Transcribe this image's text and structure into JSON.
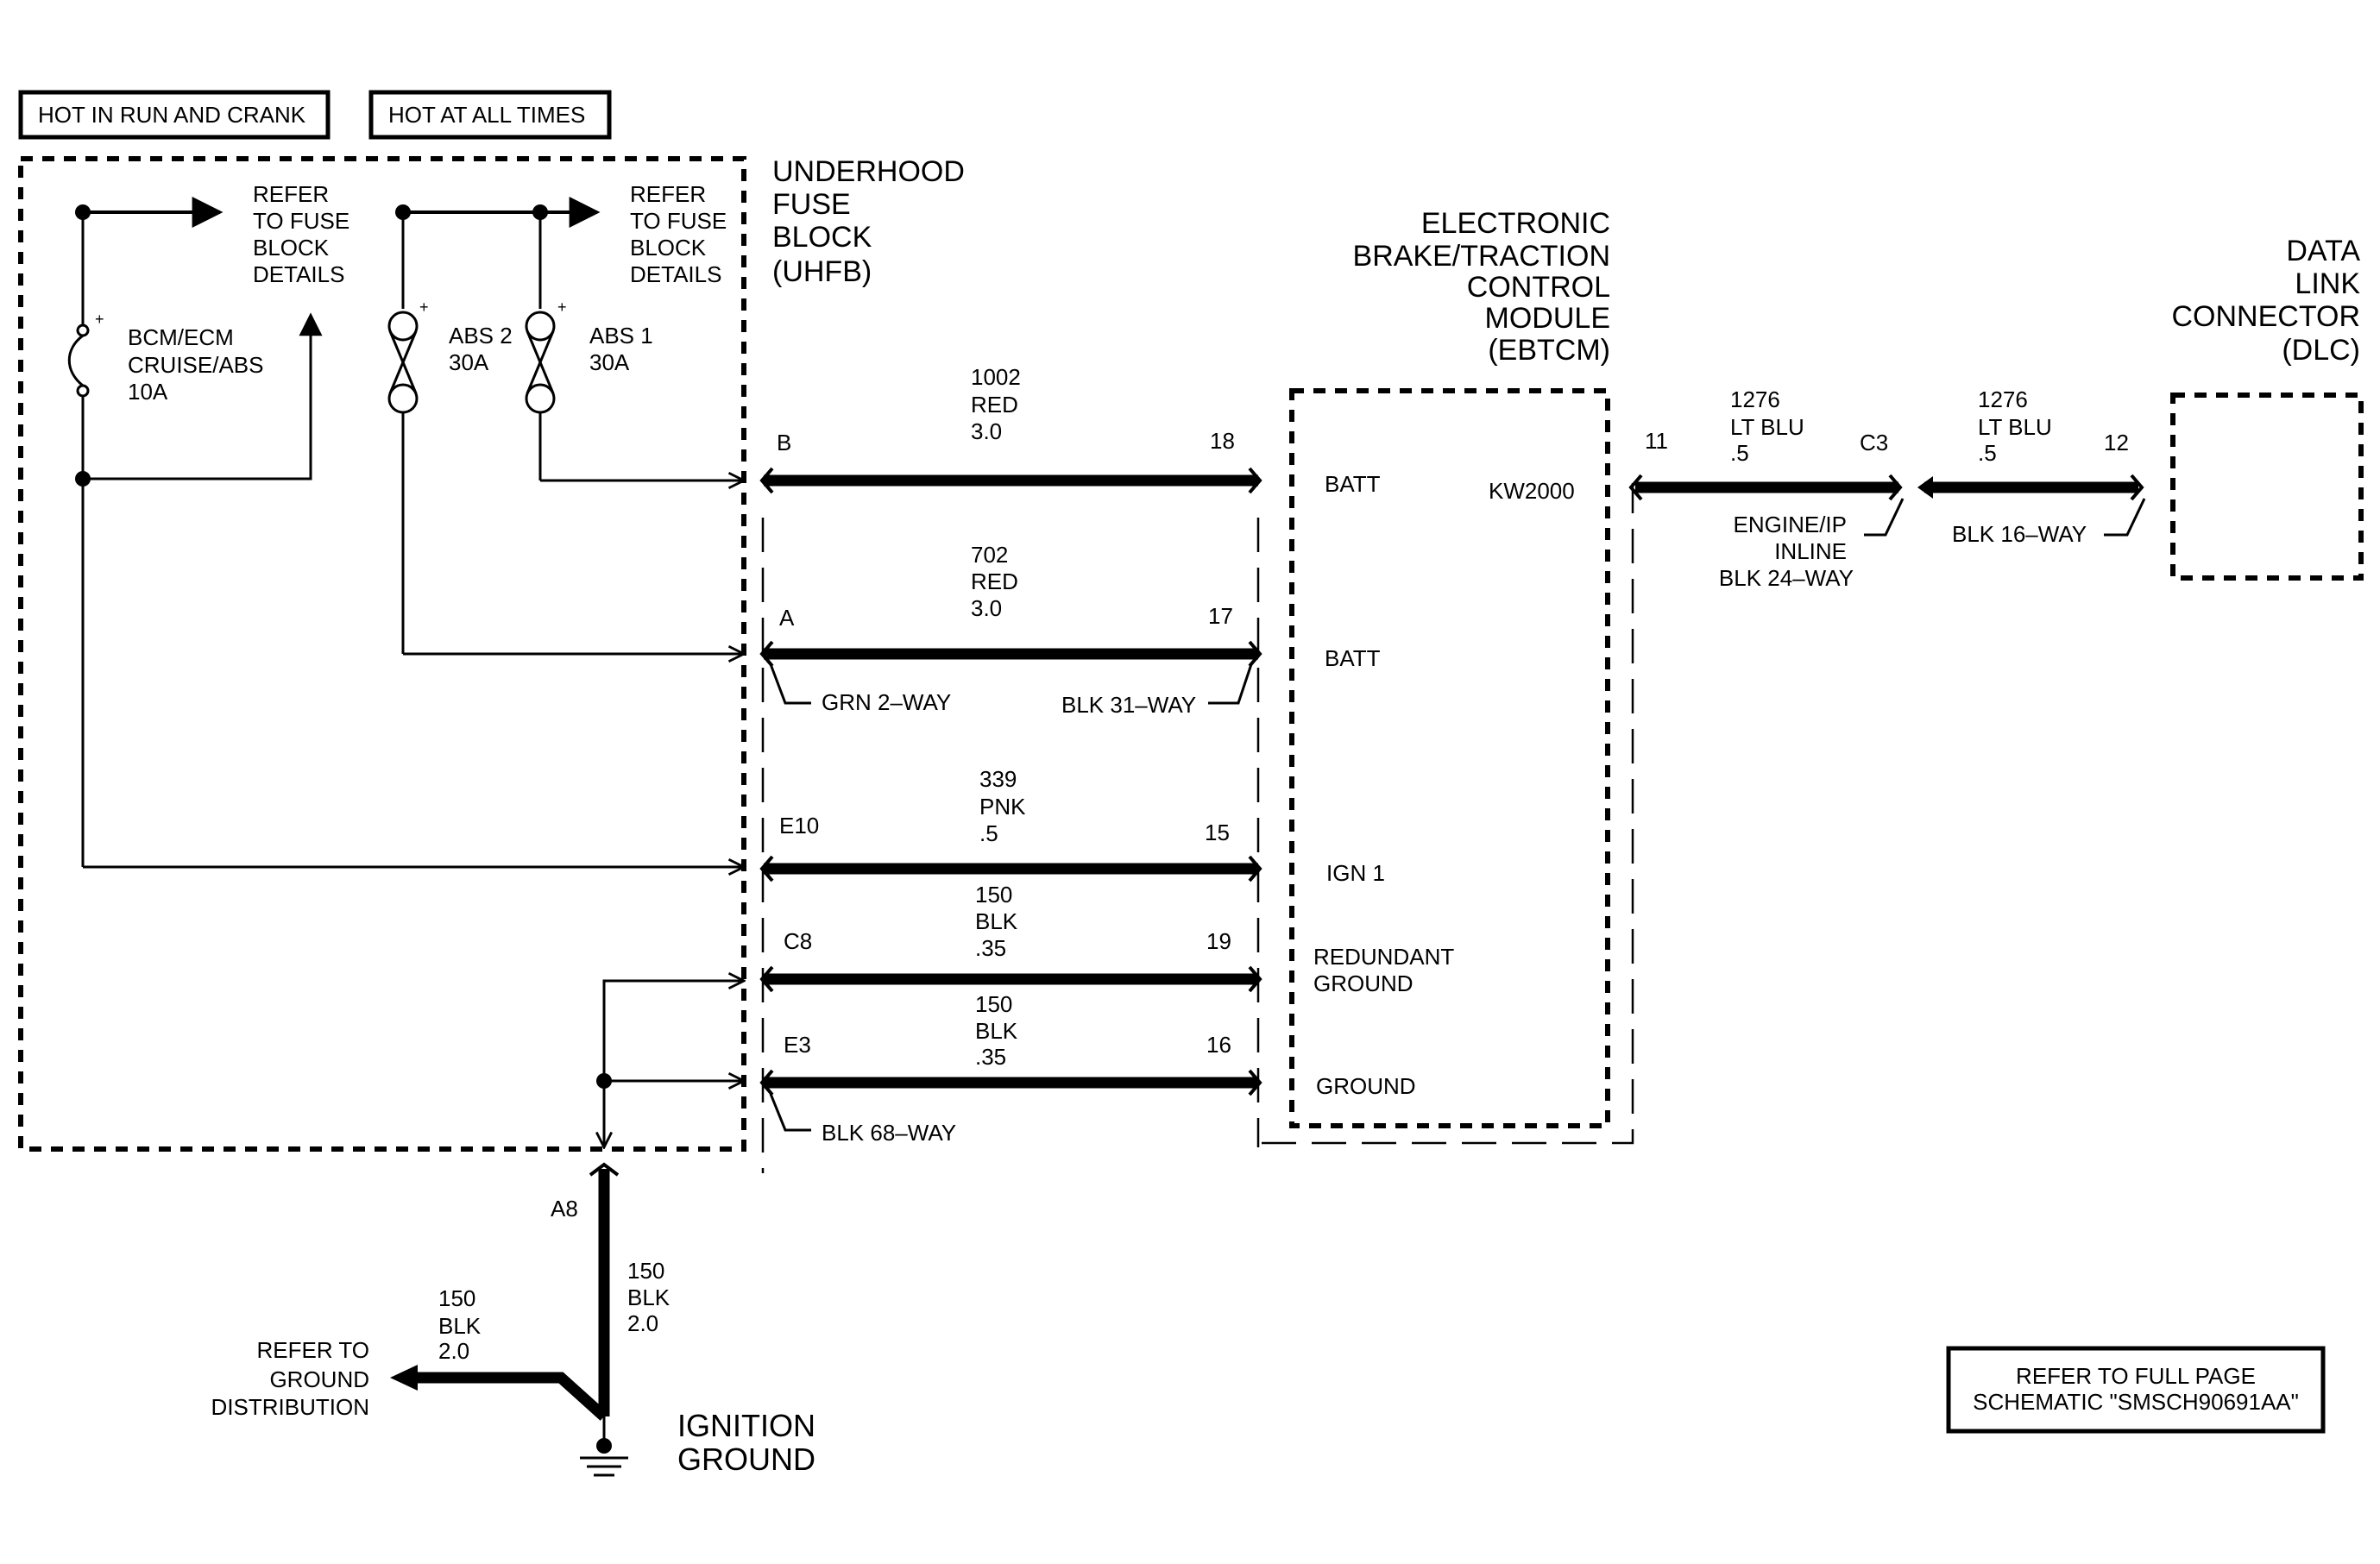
{
  "power_labels": {
    "hot_run_crank": "HOT IN RUN AND CRANK",
    "hot_all_times": "HOT AT ALL TIMES"
  },
  "uhfb": {
    "title": [
      "UNDERHOOD",
      "FUSE",
      "BLOCK",
      "(UHFB)"
    ],
    "refer_left": [
      "REFER",
      "TO FUSE",
      "BLOCK",
      "DETAILS"
    ],
    "refer_right": [
      "REFER",
      "TO FUSE",
      "BLOCK",
      "DETAILS"
    ]
  },
  "fuses": [
    {
      "name": [
        "BCM/ECM",
        "CRUISE/ABS",
        "10A"
      ]
    },
    {
      "name": [
        "ABS 2",
        "30A"
      ]
    },
    {
      "name": [
        "ABS 1",
        "30A"
      ]
    }
  ],
  "ebtcm": {
    "title": [
      "ELECTRONIC",
      "BRAKE/TRACTION",
      "CONTROL",
      "MODULE",
      "(EBTCM)"
    ],
    "kw": "KW2000",
    "pins": [
      "BATT",
      "BATT",
      "IGN 1",
      "REDUNDANT",
      "GROUND",
      "GROUND"
    ]
  },
  "dlc": {
    "title": [
      "DATA",
      "LINK",
      "CONNECTOR",
      "(DLC)"
    ]
  },
  "wires": [
    {
      "circuit": "1002",
      "color": "RED",
      "size": "3.0",
      "from_pin": "B",
      "to_pin": "18"
    },
    {
      "circuit": "702",
      "color": "RED",
      "size": "3.0",
      "from_pin": "A",
      "to_pin": "17"
    },
    {
      "circuit": "339",
      "color": "PNK",
      "size": ".5",
      "from_pin": "E10",
      "to_pin": "15"
    },
    {
      "circuit": "150",
      "color": "BLK",
      "size": ".35",
      "from_pin": "C8",
      "to_pin": "19"
    },
    {
      "circuit": "150",
      "color": "BLK",
      "size": ".35",
      "from_pin": "E3",
      "to_pin": "16"
    }
  ],
  "connectors": {
    "grn2": "GRN 2–WAY",
    "blk31": "BLK 31–WAY",
    "blk68": "BLK 68–WAY",
    "inline": [
      "ENGINE/IP",
      "INLINE",
      "BLK 24–WAY"
    ],
    "blk16": "BLK 16–WAY"
  },
  "data_wires": [
    {
      "circuit": "1276",
      "color": "LT BLU",
      "size": ".5",
      "pin": "11",
      "conn": "C3"
    },
    {
      "circuit": "1276",
      "color": "LT BLU",
      "size": ".5",
      "pin": "12"
    }
  ],
  "ground": {
    "pin": "A8",
    "wire_down": [
      "150",
      "BLK",
      "2.0"
    ],
    "wire_left": [
      "150",
      "BLK",
      "2.0"
    ],
    "refer": [
      "REFER TO",
      "GROUND",
      "DISTRIBUTION"
    ],
    "title": [
      "IGNITION",
      "GROUND"
    ]
  },
  "note": [
    "REFER TO FULL PAGE",
    "SCHEMATIC \"SMSCH90691AA\""
  ]
}
